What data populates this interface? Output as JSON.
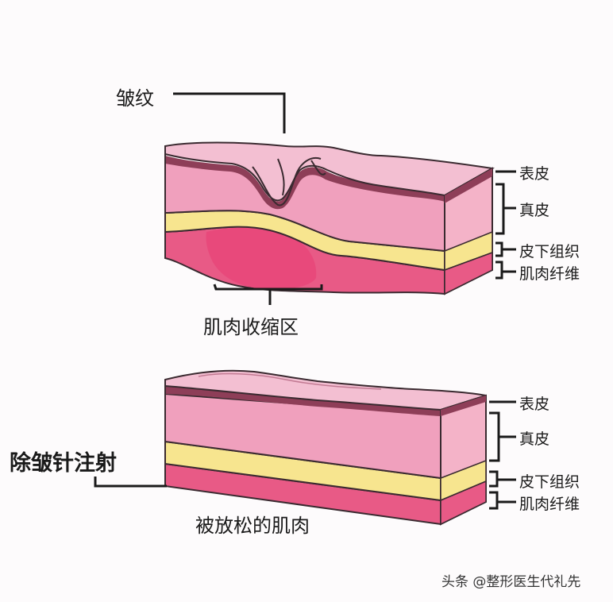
{
  "diagram": {
    "top": {
      "wrinkle_label": "皱纹",
      "contraction_label": "肌肉收缩区",
      "layers": [
        "表皮",
        "真皮",
        "皮下组织",
        "肌肉纤维"
      ]
    },
    "bottom": {
      "injection_label": "除皱针注射",
      "relaxed_label": "被放松的肌肉",
      "layers": [
        "表皮",
        "真皮",
        "皮下组织",
        "肌肉纤维"
      ]
    }
  },
  "watermark": "头条 @整形医生代礼先",
  "colors": {
    "epidermis": "#f3bfd2",
    "epidermis_dark": "#8e3e58",
    "dermis": "#f0a0bd",
    "dermis_side": "#f4b3c8",
    "subcutaneous": "#f7e58f",
    "muscle": "#e85a86",
    "muscle_contracted": "#e8477a",
    "outline": "#3a2a30"
  }
}
